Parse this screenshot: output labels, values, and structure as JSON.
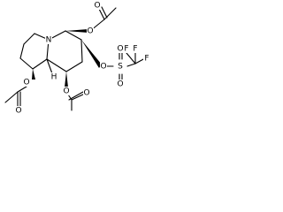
{
  "structure": {
    "atoms": {
      "ring_nitrogen": "N",
      "stereo_hydrogen": "H",
      "acetoxy_top_oxygen": "O",
      "acetoxy_top_carbonyl_oxygen": "O",
      "triflate_ester_oxygen": "O",
      "triflate_sulfur": "S",
      "triflate_sulfonyl_oxygen_top": "O",
      "triflate_sulfonyl_oxygen_bottom": "O",
      "triflate_fluorine_top": "F",
      "triflate_fluorine_left": "F",
      "triflate_fluorine_right": "F",
      "acetoxy_left_oxygen": "O",
      "acetoxy_left_carbonyl_oxygen": "O",
      "acetoxy_bottom_oxygen": "O",
      "acetoxy_bottom_carbonyl_oxygen": "O"
    }
  }
}
